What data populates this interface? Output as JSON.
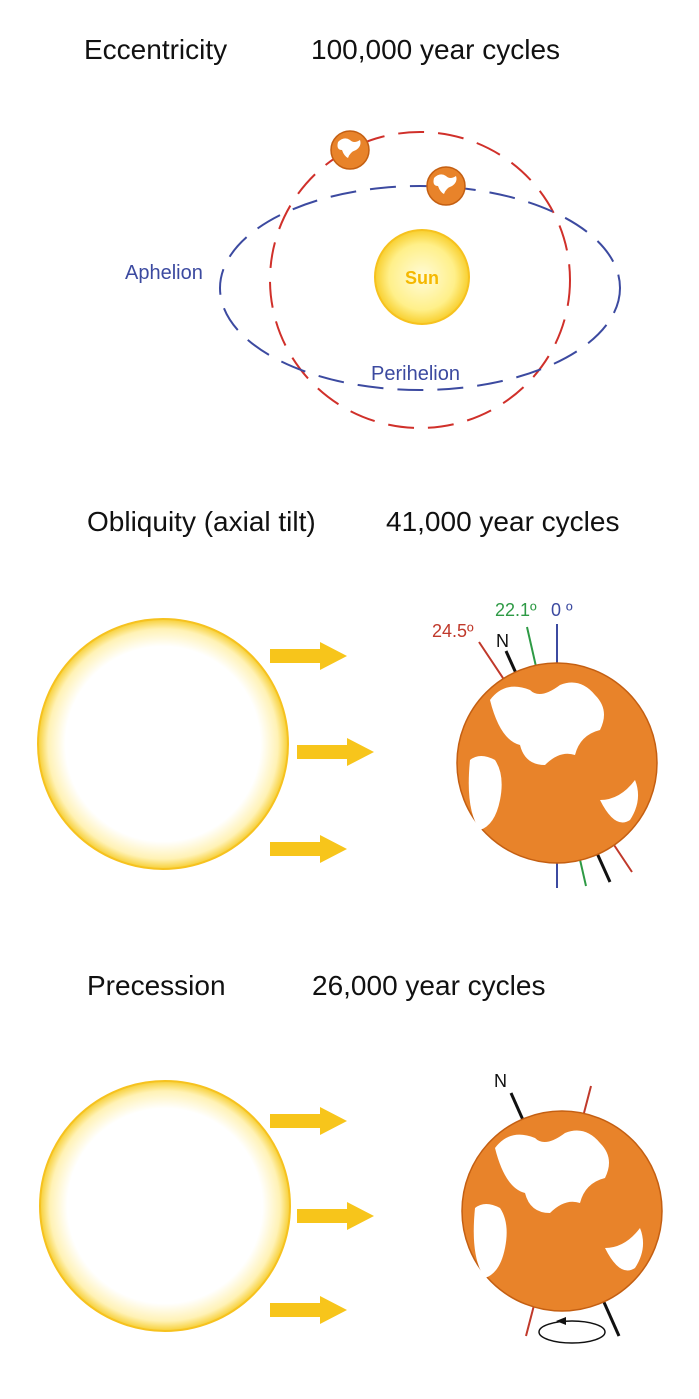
{
  "colors": {
    "sun_fill": "#fff3a8",
    "sun_edge": "#f6c21f",
    "sun_label": "#f5b800",
    "earth": "#e8832a",
    "orbit_red": "#d0302a",
    "orbit_blue": "#3c4aa0",
    "arrow": "#f7c51b",
    "axis_24": "#c0392b",
    "axis_22": "#2e9a45",
    "axis_0": "#3c4aa0",
    "axis_n": "#111111"
  },
  "eccentricity": {
    "title": "Eccentricity",
    "cycle": "100,000 year cycles",
    "sun_label": "Sun",
    "aphelion_label": "Aphelion",
    "perihelion_label": "Perihelion"
  },
  "obliquity": {
    "title": "Obliquity (axial tilt)",
    "cycle": "41,000 year cycles",
    "tilt_labels": {
      "max": "24.5º",
      "mid": "22.1º",
      "zero": "0 º"
    },
    "north_label": "N"
  },
  "precession": {
    "title": "Precession",
    "cycle": "26,000 year cycles",
    "north_label": "N"
  }
}
